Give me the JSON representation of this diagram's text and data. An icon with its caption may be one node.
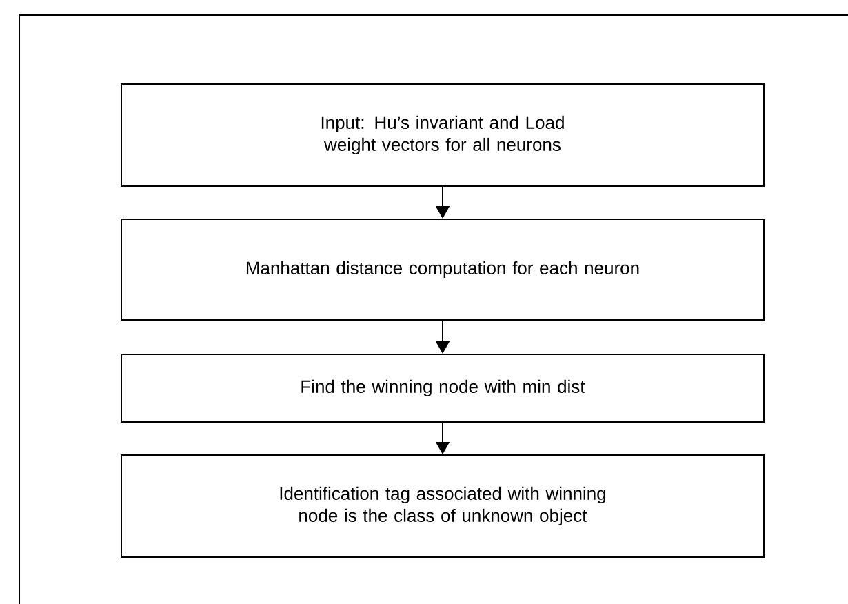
{
  "diagram": {
    "nodes": [
      {
        "text": [
          "Input: Hu’s invariant and Load weight vectors for all neurons"
        ]
      },
      {
        "text": [
          "Manhattan distance computation for each neuron"
        ]
      },
      {
        "text": [
          "Find the winning node with min dist"
        ]
      },
      {
        "text": [
          "Identification tag associated with winning node is the class of unknown object"
        ]
      }
    ],
    "edges": [
      {
        "from": 0,
        "to": 1,
        "arrow": "to"
      },
      {
        "from": 1,
        "to": 2,
        "arrow": "to"
      },
      {
        "from": 2,
        "to": 3,
        "arrow": "to"
      }
    ]
  }
}
